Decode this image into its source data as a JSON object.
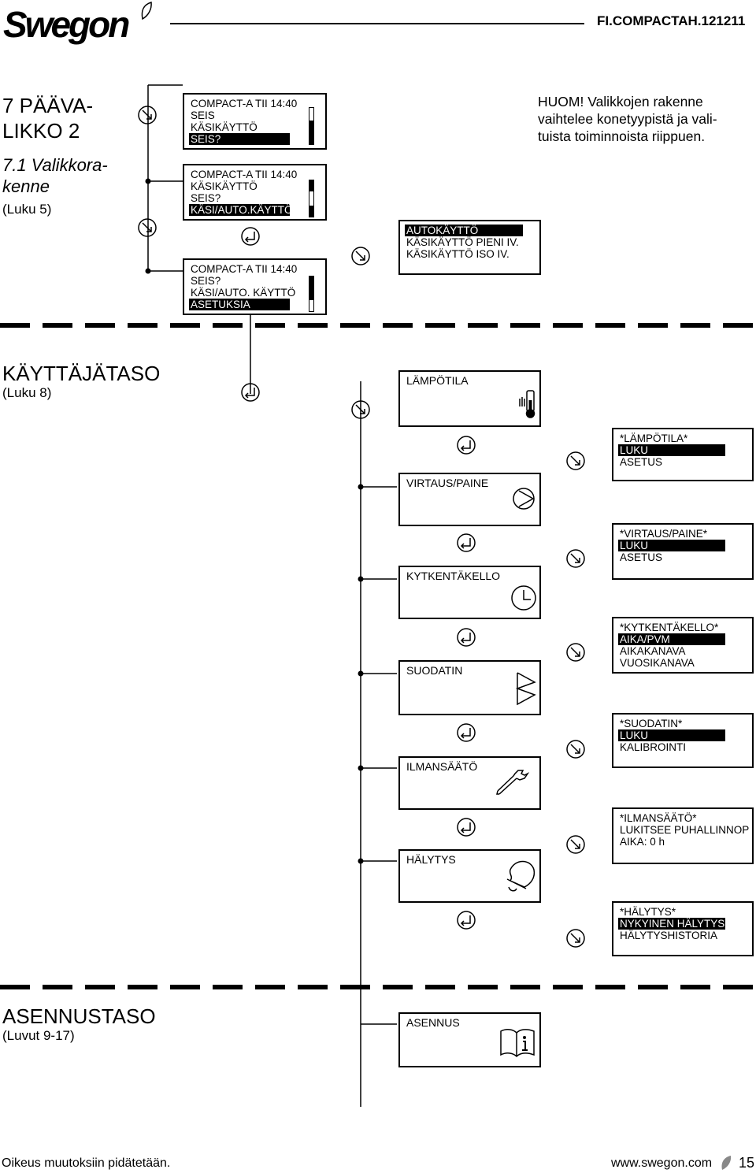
{
  "header": {
    "logo": "Swegon",
    "doc_id": "FI.COMPACTAH.121211"
  },
  "section_main": {
    "title_line1": "7 PÄÄVA-",
    "title_line2": "LIKKO 2",
    "subtitle_line1": "7.1 Valikkora-",
    "subtitle_line2": "kenne",
    "ref": "(Luku 5)"
  },
  "note": {
    "line1": "HUOM! Valikkojen rakenne",
    "line2": "vaihtelee konetyypistä ja vali-",
    "line3": "tuista toiminnoista riippuen."
  },
  "lcd1": [
    "COMPACT-A  TII  14:40",
    "SEIS",
    "KÄSIKÄYTTÖ",
    "SEIS?"
  ],
  "lcd2": [
    "COMPACT-A  TII  14:40",
    "KÄSIKÄYTTÖ",
    "SEIS?",
    "KÄSI/AUTO.KÄYTTÖ"
  ],
  "lcd3": [
    "COMPACT-A  TII  14:40",
    "SEIS?",
    "KÄSI/AUTO. KÄYTTÖ",
    "ASETUKSIA"
  ],
  "lcd4": [
    "AUTOKÄYTTÖ",
    "KÄSIKÄYTTÖ PIENI IV.",
    "KÄSIKÄYTTÖ ISO IV."
  ],
  "section_user": {
    "title": "KÄYTTÄJÄTASO",
    "ref": "(Luku 8)"
  },
  "user_menu": [
    {
      "label": "LÄMPÖTILA",
      "icon": "thermometer-icon"
    },
    {
      "label": "VIRTAUS/PAINE",
      "icon": "fan-icon"
    },
    {
      "label": "KYTKENTÄKELLO",
      "icon": "clock-icon"
    },
    {
      "label": "SUODATIN",
      "icon": "filter-icon"
    },
    {
      "label": "ILMANSÄÄTÖ",
      "icon": "wrench-icon"
    },
    {
      "label": "HÄLYTYS",
      "icon": "bell-icon"
    }
  ],
  "sub_menus": [
    [
      "*LÄMPÖTILA*",
      "LUKU",
      "ASETUS"
    ],
    [
      "*VIRTAUS/PAINE*",
      "LUKU",
      "ASETUS"
    ],
    [
      "*KYTKENTÄKELLO*",
      "AIKA/PVM",
      "AIKAKANAVA",
      "VUOSIKANAVA"
    ],
    [
      "*SUODATIN*",
      "LUKU",
      "KALIBROINTI"
    ],
    [
      "*ILMANSÄÄTÖ*",
      "LUKITSEE PUHALLINNOP",
      "AIKA:  0 h"
    ],
    [
      "*HÄLYTYS*",
      "NYKYINEN HÄLYTYS",
      "HÄLYTYSHISTORIA"
    ]
  ],
  "section_install": {
    "title": "ASENNUSTASO",
    "ref": "(Luvut 9-17)",
    "menu_label": "ASENNUS",
    "icon": "manual-info-icon"
  },
  "footer": {
    "left": "Oikeus muutoksiin pidätetään.",
    "url": "www.swegon.com",
    "page": "15"
  }
}
